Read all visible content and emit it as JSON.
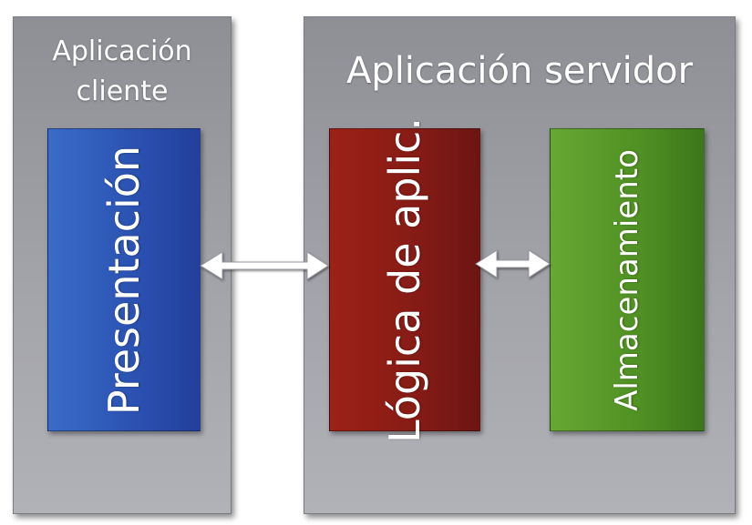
{
  "client": {
    "title": "Aplicación\ncliente",
    "presentation_label": "Presentación"
  },
  "server": {
    "title": "Aplicación servidor",
    "logic_label": "Lógica de aplic.",
    "storage_label": "Almacenamiento"
  },
  "colors": {
    "panel": "#a0a1a7",
    "presentation": "#2a50b0",
    "logic": "#851b16",
    "storage": "#4f8f23",
    "arrow": "#ffffff"
  }
}
